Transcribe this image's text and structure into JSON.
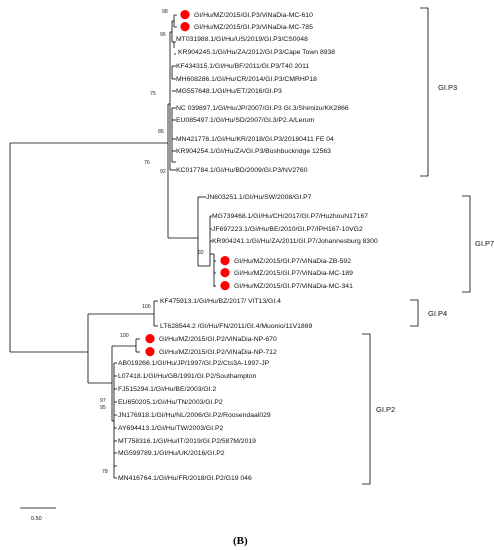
{
  "panel_label": "(B)",
  "scale_bar": {
    "label": "0.50"
  },
  "groups": [
    {
      "id": "p3",
      "label": "GI.P3"
    },
    {
      "id": "p7",
      "label": "GI.P7"
    },
    {
      "id": "p4",
      "label": "GI.P4"
    },
    {
      "id": "p2",
      "label": "GI.P2"
    }
  ],
  "leaves": [
    {
      "label": "GI/Hu/MZ/2015/GI.P3/ViNaDia-MC-610",
      "highlight": true
    },
    {
      "label": "GI/Hu/MZ/2015/GI.P3/ViNaDia-MC-785",
      "highlight": true
    },
    {
      "label": "MT031988.1/GI/Hu/US/2019/GI.P3/CS0048",
      "highlight": false
    },
    {
      "label": "KR904245.1/GI/Hu/ZA/2012/GI.P3/Cape Town 8938",
      "highlight": false
    },
    {
      "label": "KF434315.1/GI/Hu/BF/2011/GI.P3/T40 2011",
      "highlight": false
    },
    {
      "label": "MH608286.1/GI/Hu/CR/2014/GI.P3/CMRHP18",
      "highlight": false
    },
    {
      "label": "MG557648.1/GI/Hu/ET/2016/GI.P3",
      "highlight": false
    },
    {
      "label": "NC 039897.1/GI/Hu/JP/2007/GI.P3 GI.3/Shimizu/KK2866",
      "highlight": false
    },
    {
      "label": "EU085497.1/GI/Hu/SD/2007/GI.3/P2.A/Lerum",
      "highlight": false
    },
    {
      "label": "MN421776.1/GI/Hu/KR/2018/GI.P3/20180411 FE 04",
      "highlight": false
    },
    {
      "label": "KR904254.1/GI/Hu/ZA/GI.P3/Bushbuckridge 12563",
      "highlight": false
    },
    {
      "label": "KC017784.1/GI/Hu/BD/2009/GI.P3/NV2760",
      "highlight": false
    },
    {
      "label": "JN603251.1/GI/Hu/SW/2008/GI.P7",
      "highlight": false
    },
    {
      "label": "MG739468.1/GI/Hu/CH/2017/GI.P7/HuzhouN17167",
      "highlight": false
    },
    {
      "label": "JF697223.1/GI/Hu/BE/2010/GI.P7/IPH167-10VG2",
      "highlight": false
    },
    {
      "label": "KR904241.1/GI/Hu/ZA/2011/GI.P7/Johannesburg 8300",
      "highlight": false
    },
    {
      "label": "GI/Hu/MZ/2015/GI.P7/ViNaDia-ZB-592",
      "highlight": true
    },
    {
      "label": "GI/Hu/MZ/2015/GI.P7/ViNaDia-MC-189",
      "highlight": true
    },
    {
      "label": "GI/Hu/MZ/2015/GI.P7/ViNaDia-MC-341",
      "highlight": true
    },
    {
      "label": "KF475913.1/GI/Hu/BZ/2017/ VIT13/GI.4",
      "highlight": false
    },
    {
      "label": "LT628544.2 /GI/Hu/FN/2011/GI.4/Muonio/11V1869",
      "highlight": false
    },
    {
      "label": "GI/Hu/MZ/2015/GI.P2/ViNaDia-NP-670",
      "highlight": true
    },
    {
      "label": "GI/Hu/MZ/2015/GI.P2/ViNaDia-NP-712",
      "highlight": true
    },
    {
      "label": "AB019266.1/GI/Hu/JP/1997/GI.P2/Cts3A-1997-JP",
      "highlight": false
    },
    {
      "label": "L07418.1/GI/Hu/GB/1991/GI.P2/Southampton",
      "highlight": false
    },
    {
      "label": "FJ515294.1/GI/Hu/BE/2003/GI.2",
      "highlight": false
    },
    {
      "label": "EU650205.1/GI/Hu/TN/2003/GI.P2",
      "highlight": false
    },
    {
      "label": "JN176918.1/GI/Hu/NL/2006/GI.P2/Roosendaal029",
      "highlight": false
    },
    {
      "label": "AY694413.1/GI/Hu/TW/2003/GI.P2",
      "highlight": false
    },
    {
      "label": "MT758316.1/GI/Hu/IT/2019/GI.P2/587M/2019",
      "highlight": false
    },
    {
      "label": "MG599789.1/GI/Hu/UK/2016/GI.P2",
      "highlight": false
    },
    {
      "label": "MN416764.1/GI/Hu/FR/2018/GI.P2/G19 046",
      "highlight": false
    }
  ],
  "bootstrap": [
    "98",
    "96",
    "75",
    "85",
    "76",
    "92",
    "92",
    "100",
    "100",
    "97",
    "95",
    "78"
  ],
  "colors": {
    "highlight_marker": "#ff0000",
    "branch": "#000000"
  }
}
